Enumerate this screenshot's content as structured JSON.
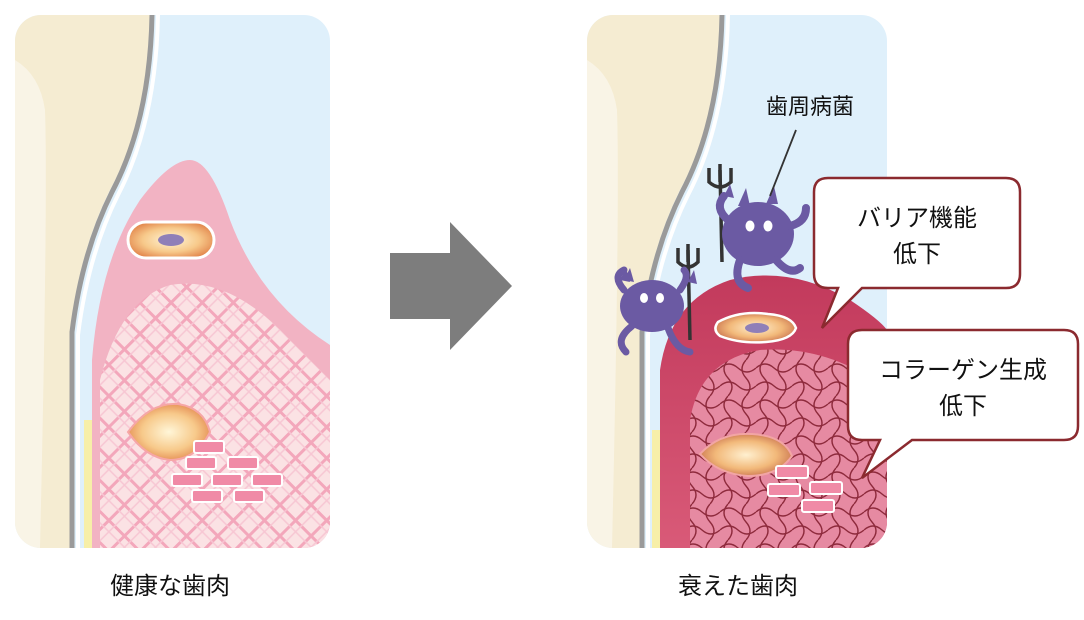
{
  "panels": {
    "healthy": {
      "caption": "健康な歯肉"
    },
    "weakened": {
      "caption": "衰えた歯肉",
      "bacteria_label": "歯周病菌",
      "callout_barrier": {
        "line1": "バリア機能",
        "line2": "低下"
      },
      "callout_collagen": {
        "line1": "コラーゲン生成",
        "line2": "低下"
      }
    }
  },
  "colors": {
    "tooth": "#f5ecd2",
    "background_fluid": "#dff0fb",
    "healthy_gum": "#f2b3c3",
    "inflamed_gum": "#c94364",
    "collagen_fiber": "#f08aa6",
    "bacteria": "#6b5aa3",
    "arrow": "#7d7d7d",
    "callout_border": "#8b2a2f"
  },
  "icons": [
    "bacteria-icon",
    "trident-icon",
    "arrow-right-icon",
    "fibroblast-icon"
  ]
}
